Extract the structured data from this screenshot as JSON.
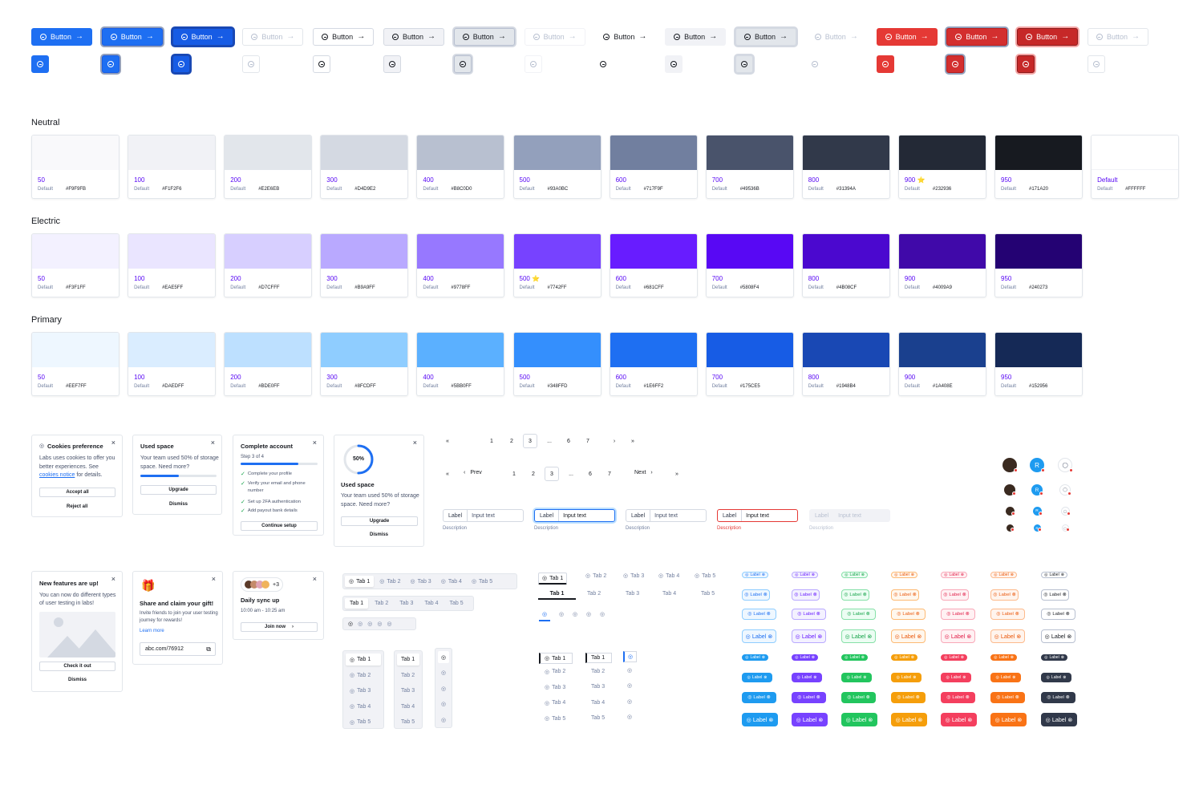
{
  "button_label": "Button",
  "sections": {
    "neutral": "Neutral",
    "electric": "Electric",
    "primary": "Primary"
  },
  "palettes": {
    "neutral": [
      {
        "n": "50",
        "d": "Default",
        "h": "#F9F9FB",
        "c": "#F9F9FB"
      },
      {
        "n": "100",
        "d": "Default",
        "h": "#F1F2F6",
        "c": "#F1F2F6"
      },
      {
        "n": "200",
        "d": "Default",
        "h": "#E2E6EB",
        "c": "#E2E6EB"
      },
      {
        "n": "300",
        "d": "Default",
        "h": "#D4D9E2",
        "c": "#D4D9E2"
      },
      {
        "n": "400",
        "d": "Default",
        "h": "#B8C0D0",
        "c": "#B8C0D0"
      },
      {
        "n": "500",
        "d": "Default",
        "h": "#93A0BC",
        "c": "#93A0BC"
      },
      {
        "n": "600",
        "d": "Default",
        "h": "#717F9F",
        "c": "#717F9F"
      },
      {
        "n": "700",
        "d": "Default",
        "h": "#49536B",
        "c": "#49536B"
      },
      {
        "n": "800",
        "d": "Default",
        "h": "#31394A",
        "c": "#31394A"
      },
      {
        "n": "900 ⭐",
        "d": "Default",
        "h": "#232936",
        "c": "#232936"
      },
      {
        "n": "950",
        "d": "Default",
        "h": "#171A20",
        "c": "#171A20"
      },
      {
        "n": "Default",
        "d": "Default",
        "h": "#FFFFFF",
        "c": "#FFFFFF"
      }
    ],
    "electric": [
      {
        "n": "50",
        "d": "Default",
        "h": "#F3F1FF",
        "c": "#F3F1FF"
      },
      {
        "n": "100",
        "d": "Default",
        "h": "#EAE5FF",
        "c": "#EAE5FF"
      },
      {
        "n": "200",
        "d": "Default",
        "h": "#D7CFFF",
        "c": "#D7CFFF"
      },
      {
        "n": "300",
        "d": "Default",
        "h": "#B9A9FF",
        "c": "#B9A9FF"
      },
      {
        "n": "400",
        "d": "Default",
        "h": "#9778FF",
        "c": "#9778FF"
      },
      {
        "n": "500 ⭐",
        "d": "Default",
        "h": "#7742FF",
        "c": "#7742FF"
      },
      {
        "n": "600",
        "d": "Default",
        "h": "#681CFF",
        "c": "#681CFF"
      },
      {
        "n": "700",
        "d": "Default",
        "h": "#5808F4",
        "c": "#5808F4"
      },
      {
        "n": "800",
        "d": "Default",
        "h": "#4B08CF",
        "c": "#4B08CF"
      },
      {
        "n": "900",
        "d": "Default",
        "h": "#4009A9",
        "c": "#4009A9"
      },
      {
        "n": "950",
        "d": "Default",
        "h": "#240273",
        "c": "#240273"
      }
    ],
    "primary": [
      {
        "n": "50",
        "d": "Default",
        "h": "#EEF7FF",
        "c": "#EEF7FF"
      },
      {
        "n": "100",
        "d": "Default",
        "h": "#DAEDFF",
        "c": "#DAEDFF"
      },
      {
        "n": "200",
        "d": "Default",
        "h": "#BDE0FF",
        "c": "#BDE0FF"
      },
      {
        "n": "300",
        "d": "Default",
        "h": "#8FCDFF",
        "c": "#8FCDFF"
      },
      {
        "n": "400",
        "d": "Default",
        "h": "#5BB0FF",
        "c": "#5BB0FF"
      },
      {
        "n": "500",
        "d": "Default",
        "h": "#348FFD",
        "c": "#348FFD"
      },
      {
        "n": "600",
        "d": "Default",
        "h": "#1E6FF2",
        "c": "#1E6FF2"
      },
      {
        "n": "700",
        "d": "Default",
        "h": "#175CE5",
        "c": "#175CE5"
      },
      {
        "n": "800",
        "d": "Default",
        "h": "#1948B4",
        "c": "#1948B4"
      },
      {
        "n": "900",
        "d": "Default",
        "h": "#1A408E",
        "c": "#1A408E"
      },
      {
        "n": "950",
        "d": "Default",
        "h": "#152956",
        "c": "#152956"
      }
    ]
  },
  "cookies": {
    "title": "Cookies preference",
    "body": "Labs uses cookies to offer you better experiences. See",
    "link": "cookies notice",
    "body2": "for details.",
    "accept": "Accept all",
    "reject": "Reject all"
  },
  "used_space": {
    "title": "Used space",
    "body": "Your team used 50% of storage space. Need more?",
    "upgrade": "Upgrade",
    "dismiss": "Dismiss",
    "progress": 0.5
  },
  "complete": {
    "title": "Complete account",
    "step": "Step 3 of 4",
    "items": [
      "Complete your profile",
      "Verify your email and phone number",
      "Set up 2FA authentication",
      "Add payout bank details"
    ],
    "cta": "Continue setup",
    "progress": 0.75
  },
  "used_space2": {
    "pct": "50%",
    "title": "Used space",
    "body": "Your team used 50% of storage space. Need more?",
    "upgrade": "Upgrade",
    "dismiss": "Dismiss",
    "progress": 0.5
  },
  "features": {
    "title": "New features are up!",
    "body": "You can now do different types of user testing in labs!",
    "check": "Check it out",
    "dismiss": "Dismiss"
  },
  "gift": {
    "title": "Share and claim your gift!",
    "body": "Invite friends to join your user testing journey for rewards!",
    "link": "Learn more",
    "code": "abc.com/76912"
  },
  "sync": {
    "more": "+3",
    "title": "Daily sync up",
    "time": "10:00 am - 10:25 am",
    "join": "Join now"
  },
  "pagination": {
    "pages1": [
      "1",
      "2",
      "3",
      "...",
      "6",
      "7"
    ],
    "pages2": [
      "1",
      "2",
      "3",
      "...",
      "6",
      "7"
    ],
    "prev": "Prev",
    "next": "Next"
  },
  "input": {
    "label": "Label",
    "value": "Input text",
    "desc": "Description"
  },
  "tabs": [
    "Tab 1",
    "Tab 2",
    "Tab 3",
    "Tab 4",
    "Tab 5"
  ],
  "badge_label": "Label",
  "avatar_letter": "R",
  "colors": {
    "blue": "#1E6FF2",
    "red": "#E53935"
  }
}
